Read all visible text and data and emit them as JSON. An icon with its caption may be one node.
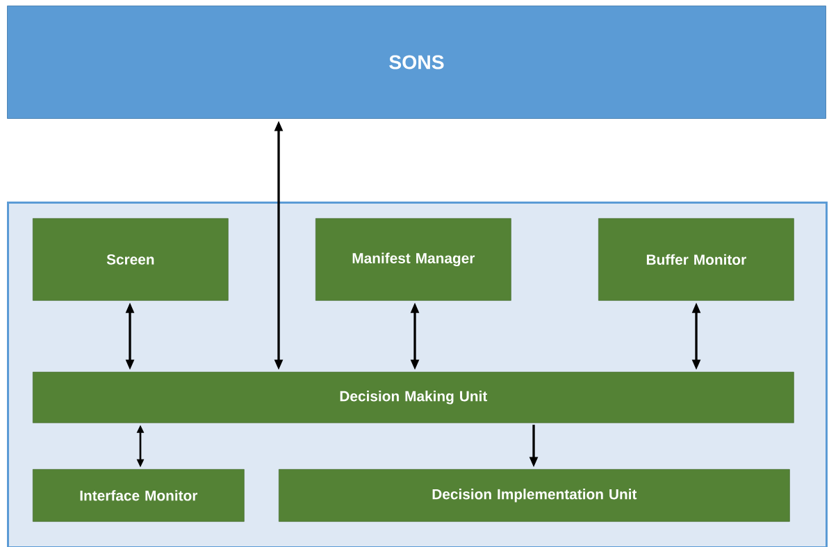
{
  "diagram": {
    "nodes": [
      {
        "text": [
          "SONS"
        ]
      },
      {
        "text": [],
        "shape": "box"
      },
      {
        "text": [
          "Screen"
        ],
        "in": 1
      },
      {
        "text": [
          "Manifest Manager"
        ],
        "in": 1
      },
      {
        "text": [
          "Buffer Monitor"
        ],
        "in": 1
      },
      {
        "text": [
          "Decision Making Unit"
        ],
        "in": 1
      },
      {
        "text": [
          "Interface Monitor"
        ],
        "in": 1
      },
      {
        "text": [
          "Decision Implementation Unit"
        ],
        "in": 1
      }
    ],
    "edges": [
      {
        "from": 0,
        "to": 5,
        "arrow": "both"
      },
      {
        "from": 2,
        "to": 5,
        "arrow": "both"
      },
      {
        "from": 3,
        "to": 5,
        "arrow": "both"
      },
      {
        "from": 4,
        "to": 5,
        "arrow": "both"
      },
      {
        "from": 5,
        "to": 6,
        "arrow": "both"
      },
      {
        "from": 5,
        "to": 7,
        "arrow": "to"
      }
    ]
  }
}
